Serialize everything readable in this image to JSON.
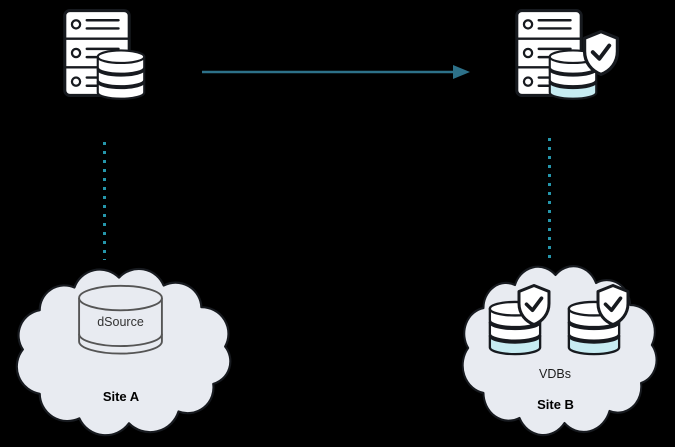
{
  "source": {
    "site_label": "Site A",
    "db_label": "dSource"
  },
  "target": {
    "site_label": "Site B",
    "db_label": "VDBs"
  },
  "icons": {
    "source_server": "server-rack-icon",
    "source_database": "database-icon",
    "target_server": "server-rack-icon",
    "target_database": "protected-database-icon",
    "badge": "shield-check-icon",
    "site_container": "cloud-icon"
  },
  "colors": {
    "background": "#000000",
    "arrow": "#2d7189",
    "connector": "#2596ab",
    "cloud_fill": "#e8ebf1",
    "outline": "#171a1f",
    "icon_fill": "#ffffff",
    "db_accent": "#c7ecf2",
    "cylinder_stroke": "#555555",
    "label_color": "#000000"
  }
}
